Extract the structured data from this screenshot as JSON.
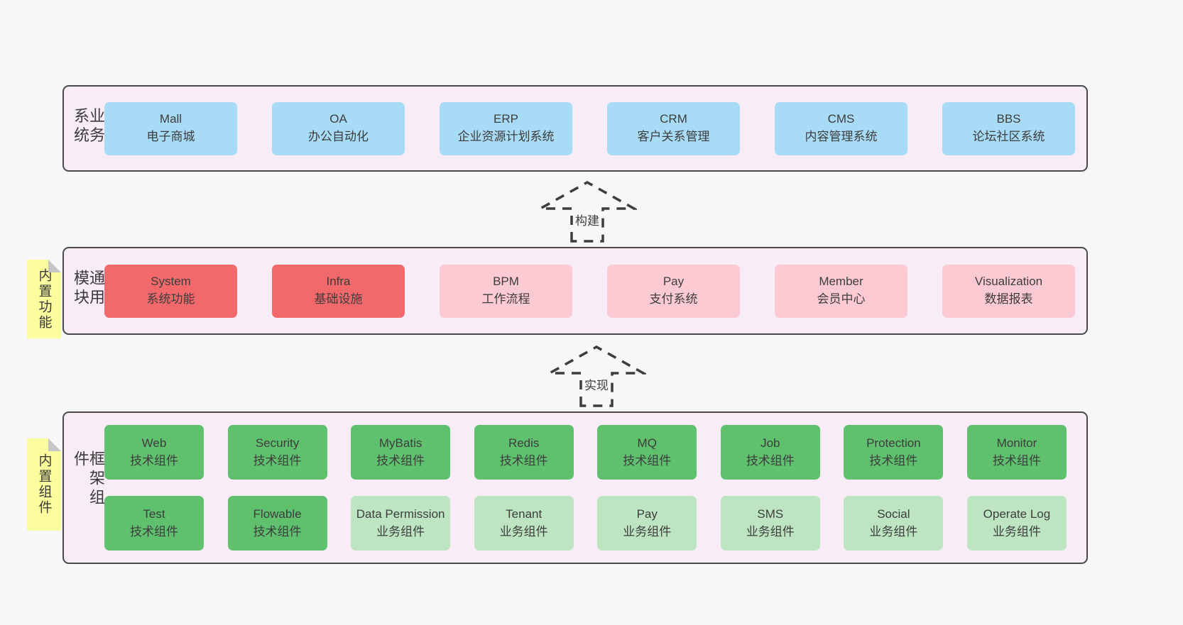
{
  "colors": {
    "page_bg": "#f7f7f7",
    "layer_bg": "#f8edf6",
    "layer_border": "#4a4a4a",
    "box_blue": "#a8dbf5",
    "box_red": "#f1696a",
    "box_pink": "#fbcad3",
    "box_green": "#5fc06e",
    "box_green_light": "#bde5c2",
    "sticky_yellow": "#fafc9d",
    "text": "#3d3d3d"
  },
  "arrows": [
    {
      "label": "构建"
    },
    {
      "label": "实现"
    }
  ],
  "stickies": [
    {
      "label": "内置功能"
    },
    {
      "label": "内置组件"
    }
  ],
  "layers": [
    {
      "label": "业务系统",
      "rows": [
        [
          {
            "title": "Mall",
            "subtitle": "电子商城",
            "variant": "blue"
          },
          {
            "title": "OA",
            "subtitle": "办公自动化",
            "variant": "blue"
          },
          {
            "title": "ERP",
            "subtitle": "企业资源计划系统",
            "variant": "blue"
          },
          {
            "title": "CRM",
            "subtitle": "客户关系管理",
            "variant": "blue"
          },
          {
            "title": "CMS",
            "subtitle": "内容管理系统",
            "variant": "blue"
          },
          {
            "title": "BBS",
            "subtitle": "论坛社区系统",
            "variant": "blue"
          }
        ]
      ]
    },
    {
      "label": "通用模块",
      "rows": [
        [
          {
            "title": "System",
            "subtitle": "系统功能",
            "variant": "red"
          },
          {
            "title": "Infra",
            "subtitle": "基础设施",
            "variant": "red"
          },
          {
            "title": "BPM",
            "subtitle": "工作流程",
            "variant": "pink"
          },
          {
            "title": "Pay",
            "subtitle": "支付系统",
            "variant": "pink"
          },
          {
            "title": "Member",
            "subtitle": "会员中心",
            "variant": "pink"
          },
          {
            "title": "Visualization",
            "subtitle": "数据报表",
            "variant": "pink"
          }
        ]
      ]
    },
    {
      "label": "框架组件",
      "rows": [
        [
          {
            "title": "Web",
            "subtitle": "技术组件",
            "variant": "green"
          },
          {
            "title": "Security",
            "subtitle": "技术组件",
            "variant": "green"
          },
          {
            "title": "MyBatis",
            "subtitle": "技术组件",
            "variant": "green"
          },
          {
            "title": "Redis",
            "subtitle": "技术组件",
            "variant": "green"
          },
          {
            "title": "MQ",
            "subtitle": "技术组件",
            "variant": "green"
          },
          {
            "title": "Job",
            "subtitle": "技术组件",
            "variant": "green"
          },
          {
            "title": "Protection",
            "subtitle": "技术组件",
            "variant": "green"
          },
          {
            "title": "Monitor",
            "subtitle": "技术组件",
            "variant": "green"
          }
        ],
        [
          {
            "title": "Test",
            "subtitle": "技术组件",
            "variant": "green"
          },
          {
            "title": "Flowable",
            "subtitle": "技术组件",
            "variant": "green"
          },
          {
            "title": "Data Permission",
            "subtitle": "业务组件",
            "variant": "green-light"
          },
          {
            "title": "Tenant",
            "subtitle": "业务组件",
            "variant": "green-light"
          },
          {
            "title": "Pay",
            "subtitle": "业务组件",
            "variant": "green-light"
          },
          {
            "title": "SMS",
            "subtitle": "业务组件",
            "variant": "green-light"
          },
          {
            "title": "Social",
            "subtitle": "业务组件",
            "variant": "green-light"
          },
          {
            "title": "Operate Log",
            "subtitle": "业务组件",
            "variant": "green-light"
          }
        ]
      ]
    }
  ]
}
